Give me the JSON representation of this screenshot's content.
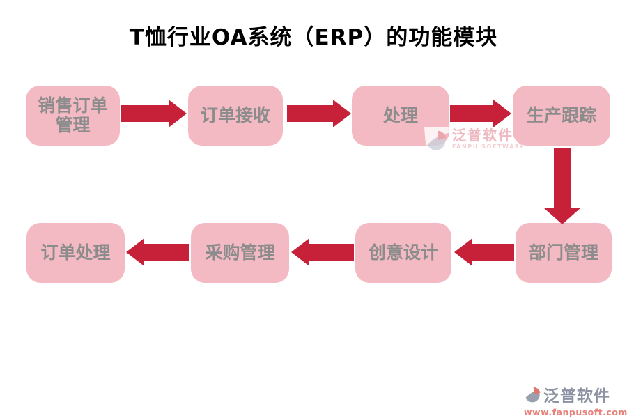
{
  "title": "T恤行业OA系统（ERP）的功能模块",
  "nodes": {
    "sales_order_management": {
      "label": "销售订单\n管理"
    },
    "order_receiving": {
      "label": "订单接收"
    },
    "processing": {
      "label": "处理"
    },
    "production_tracking": {
      "label": "生产跟踪"
    },
    "department_management": {
      "label": "部门管理"
    },
    "creative_design": {
      "label": "创意设计"
    },
    "purchasing_management": {
      "label": "采购管理"
    },
    "order_processing": {
      "label": "订单处理"
    }
  },
  "edges": [
    {
      "from": "sales_order_management",
      "to": "order_receiving",
      "direction": "right"
    },
    {
      "from": "order_receiving",
      "to": "processing",
      "direction": "right"
    },
    {
      "from": "processing",
      "to": "production_tracking",
      "direction": "right"
    },
    {
      "from": "production_tracking",
      "to": "department_management",
      "direction": "down"
    },
    {
      "from": "department_management",
      "to": "creative_design",
      "direction": "left"
    },
    {
      "from": "creative_design",
      "to": "purchasing_management",
      "direction": "left"
    },
    {
      "from": "purchasing_management",
      "to": "order_processing",
      "direction": "left"
    }
  ],
  "watermark_center": {
    "brand": "泛普软件",
    "subtitle": "FANPU SOFTWARE"
  },
  "watermark_footer": {
    "brand": "泛普软件",
    "url": "www.fanpusoft.com"
  },
  "colors": {
    "box_fill": "#f4bac3",
    "box_text": "#8c8c8c",
    "arrow": "#c62139",
    "title_text": "#000000",
    "watermark_pink": "#efb9c1",
    "footer_brand_gray": "#8d93a2",
    "footer_url_salmon": "#e8837b"
  }
}
